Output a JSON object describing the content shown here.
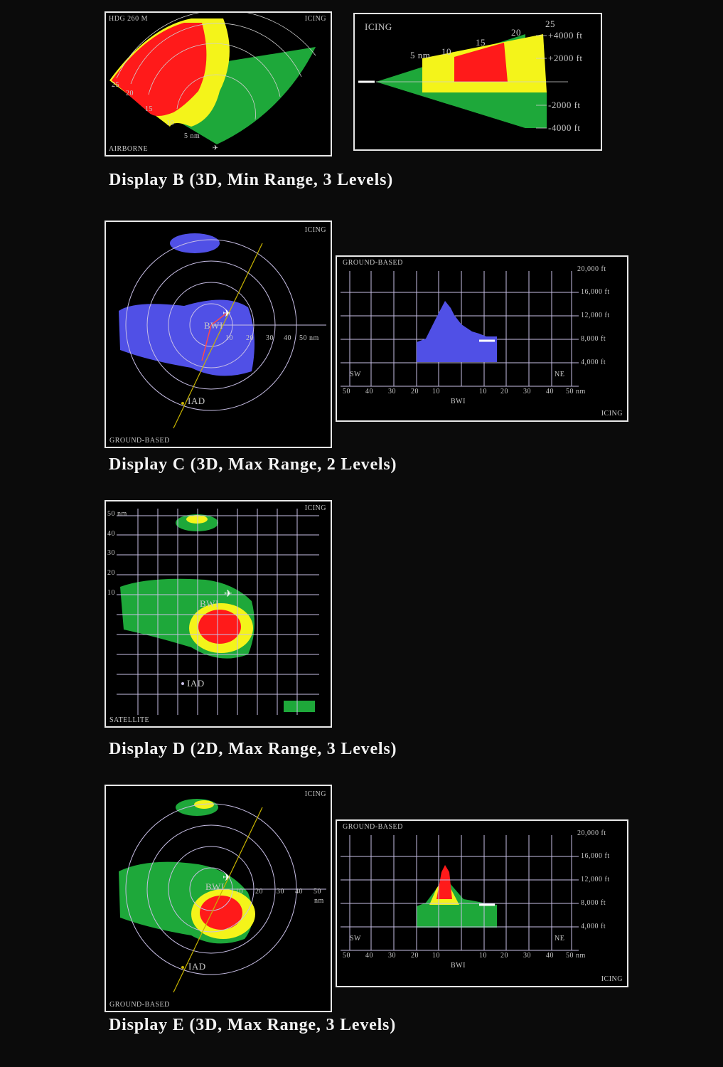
{
  "colors": {
    "heavy": "#ff1a1a",
    "moderate": "#f4f41a",
    "light": "#1ea83a",
    "ground_based": "#5050e6",
    "grid": "#c8bfe6",
    "track": "#c8b400"
  },
  "display_b": {
    "caption": "Display B (3D, Min Range, 3 Levels)",
    "plan": {
      "top_left": "HDG 260 M",
      "top_right": "ICING",
      "bottom_left": "AIRBORNE",
      "range_labels": [
        "25",
        "20",
        "15",
        "10",
        "5 nm"
      ]
    },
    "profile": {
      "title": "ICING",
      "range_labels": [
        "5 nm",
        "10",
        "15",
        "20",
        "25"
      ],
      "alt_labels": [
        "+4000 ft",
        "+2000 ft",
        "-2000 ft",
        "-4000 ft"
      ]
    }
  },
  "display_c": {
    "caption": "Display C (3D, Max Range, 2 Levels)",
    "plan": {
      "top_right": "ICING",
      "bottom_left": "GROUND-BASED",
      "airport_1": "BWI",
      "airport_2": "IAD",
      "range_labels": [
        "10",
        "20",
        "30",
        "40",
        "50 nm"
      ]
    },
    "profile": {
      "top_left": "GROUND-BASED",
      "bottom_right": "ICING",
      "alt_labels": [
        "20,000 ft",
        "16,000 ft",
        "12,000 ft",
        "8,000 ft",
        "4,000 ft"
      ],
      "dir_left": "SW",
      "dir_right": "NE",
      "x_labels": [
        "50",
        "40",
        "30",
        "20",
        "10",
        "10",
        "20",
        "30",
        "40",
        "50 nm"
      ],
      "center": "BWI"
    }
  },
  "display_d": {
    "caption": "Display D (2D, Max Range, 3 Levels)",
    "plan": {
      "top_right": "ICING",
      "bottom_left": "SATELLITE",
      "airport_1": "BWI",
      "airport_2": "IAD",
      "y_labels": [
        "50 nm",
        "40",
        "30",
        "20",
        "10"
      ]
    }
  },
  "display_e": {
    "caption": "Display E (3D, Max Range, 3 Levels)",
    "plan": {
      "top_right": "ICING",
      "bottom_left": "GROUND-BASED",
      "airport_1": "BWI",
      "airport_2": "IAD",
      "range_labels": [
        "10",
        "20",
        "30",
        "40",
        "50",
        "nm"
      ]
    },
    "profile": {
      "top_left": "GROUND-BASED",
      "bottom_right": "ICING",
      "alt_labels": [
        "20,000 ft",
        "16,000 ft",
        "12,000 ft",
        "8,000 ft",
        "4,000 ft"
      ],
      "dir_left": "SW",
      "dir_right": "NE",
      "x_labels": [
        "50",
        "40",
        "30",
        "20",
        "10",
        "10",
        "20",
        "30",
        "40",
        "50 nm"
      ],
      "center": "BWI"
    }
  }
}
